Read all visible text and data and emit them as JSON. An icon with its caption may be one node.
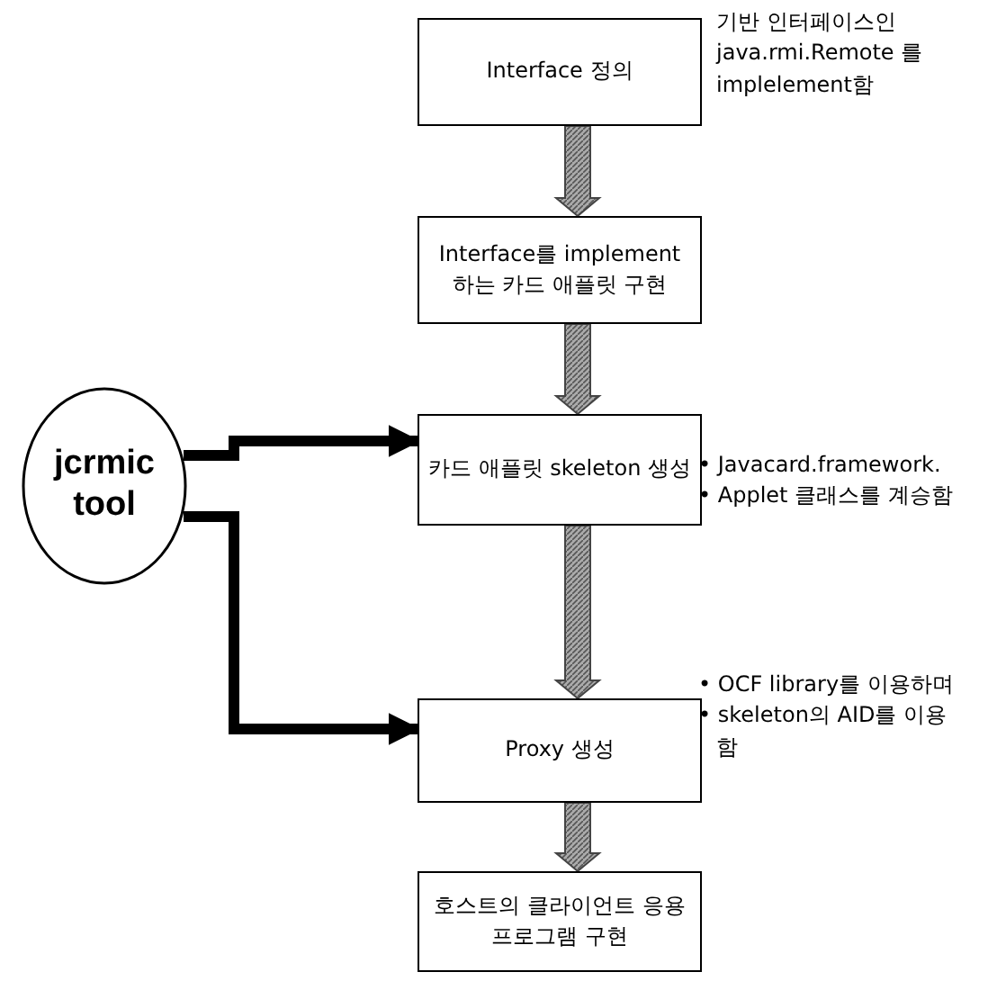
{
  "diagram": {
    "nodes": [
      {
        "text": [
          "Interface 정의"
        ],
        "beside": [
          "기반 인터페이스인 java.rmi.Remote 를 implelement함"
        ]
      },
      {
        "text": [
          "Interface를 implement 하는 카드 애플릿 구현"
        ]
      },
      {
        "text": [
          "카드 애플릿 skeleton 생성"
        ],
        "beside": [
          "• Javacard.framework.",
          "• Applet 클래스를 계승함"
        ]
      },
      {
        "text": [
          "Proxy 생성"
        ],
        "beside": [
          "• OCF library를 이용하며",
          "• skeleton의 AID를 이용 함"
        ]
      },
      {
        "text": [
          "호스트의 클라이언트 응용 프로그램 구현"
        ]
      },
      {
        "text": [
          "jcrmic tool"
        ]
      }
    ],
    "edges": [
      {
        "from": 0,
        "to": 1,
        "arrow": "to",
        "style": "thick"
      },
      {
        "from": 1,
        "to": 2,
        "arrow": "to",
        "style": "thick"
      },
      {
        "from": 2,
        "to": 3,
        "arrow": "to",
        "style": "thick"
      },
      {
        "from": 3,
        "to": 4,
        "arrow": "to",
        "style": "thick"
      },
      {
        "from": 5,
        "to": 2,
        "arrow": "to",
        "color": "#000000"
      },
      {
        "from": 5,
        "to": 3,
        "arrow": "to",
        "color": "#000000"
      }
    ]
  }
}
